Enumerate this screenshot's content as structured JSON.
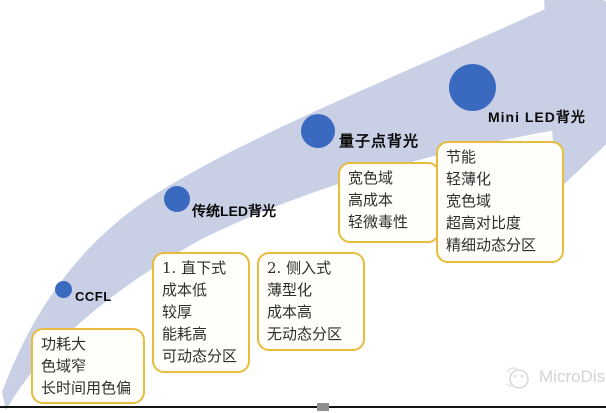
{
  "diagram": {
    "stages": [
      {
        "label": "CCFL"
      },
      {
        "label": "传统LED背光"
      },
      {
        "label": "量子点背光"
      },
      {
        "label": "Mini LED背光"
      }
    ],
    "boxes": [
      {
        "lines": [
          "功耗大",
          "色域窄",
          "长时间用色偏"
        ]
      },
      {
        "lines": [
          "1. 直下式",
          "成本低",
          "较厚",
          "能耗高",
          "可动态分区"
        ]
      },
      {
        "lines": [
          "2. 侧入式",
          "薄型化",
          "成本高",
          "无动态分区"
        ]
      },
      {
        "lines": [
          "宽色域",
          "高成本",
          "轻微毒性"
        ]
      },
      {
        "lines": [
          "节能",
          "轻薄化",
          "宽色域",
          "超高对比度",
          "精细动态分区"
        ]
      }
    ]
  },
  "watermark": {
    "brand": "MicroDis"
  },
  "colors": {
    "arrow_band": "#c9cfe5",
    "stage_marker": "#3a6abf",
    "box_border": "#e8bc3c",
    "box_background": "#fffefa",
    "progress_line": "#141414",
    "progress_thumb": "#8f8f8f",
    "watermark_gray": "#d4d4d4"
  }
}
